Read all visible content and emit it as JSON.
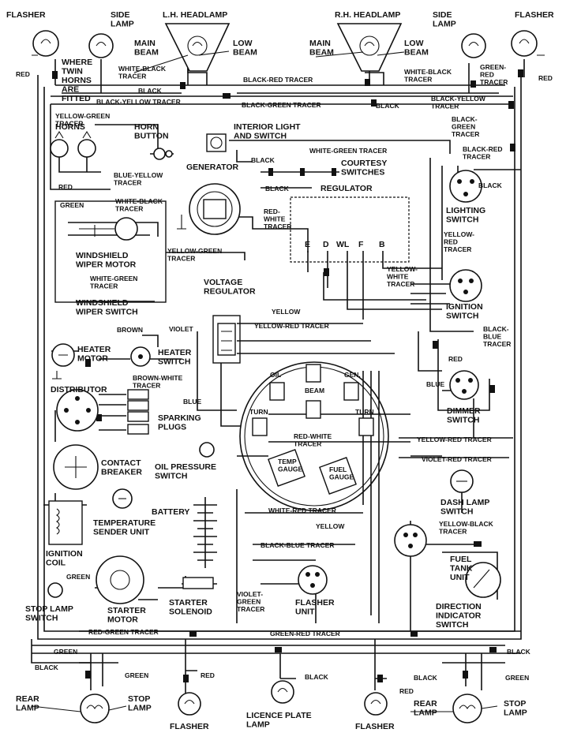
{
  "components": {
    "flasher_top_left": "FLASHER",
    "side_lamp_left": "SIDE\nLAMP",
    "lh_headlamp": "L.H. HEADLAMP",
    "rh_headlamp": "R.H. HEADLAMP",
    "side_lamp_right": "SIDE\nLAMP",
    "flasher_top_right": "FLASHER",
    "main_beam_left": "MAIN\nBEAM",
    "low_beam_left": "LOW\nBEAM",
    "main_beam_right": "MAIN\nBEAM",
    "low_beam_right": "LOW\nBEAM",
    "twin_horns_note": "WHERE\nTWIN\nHORNS\nARE\nFITTED",
    "horns": "HORNS",
    "horn_button": "HORN\nBUTTON",
    "interior_light": "INTERIOR LIGHT\nAND SWITCH",
    "courtesy_switches": "COURTESY\nSWITCHES",
    "generator": "GENERATOR",
    "regulator": "REGULATOR",
    "lighting_switch": "LIGHTING\nSWITCH",
    "windshield_wiper_motor": "WINDSHIELD\nWIPER MOTOR",
    "windshield_wiper_switch": "WINDSHIELD\nWIPER SWITCH",
    "voltage_regulator": "VOLTAGE\nREGULATOR",
    "ignition_switch": "IGNITION\nSWITCH",
    "heater_motor": "HEATER\nMOTOR",
    "heater_switch": "HEATER\nSWITCH",
    "distributor": "DISTRIBUTOR",
    "sparking_plugs": "SPARKING\nPLUGS",
    "contact_breaker": "CONTACT\nBREAKER",
    "oil_pressure_switch": "OIL PRESSURE\nSWITCH",
    "dimmer_switch": "DIMMER\nSWITCH",
    "battery": "BATTERY",
    "temperature_sender": "TEMPERATURE\nSENDER UNIT",
    "dash_lamp_switch": "DASH LAMP\nSWITCH",
    "ignition_coil": "IGNITION\nCOIL",
    "starter_motor": "STARTER\nMOTOR",
    "starter_solenoid": "STARTER\nSOLENOID",
    "flasher_unit": "FLASHER\nUNIT",
    "direction_indicator_switch": "DIRECTION\nINDICATOR\nSWITCH",
    "fuel_tank_unit": "FUEL\nTANK\nUNIT",
    "stop_lamp_switch": "STOP LAMP\nSWITCH",
    "rear_lamp_left": "REAR\nLAMP",
    "stop_lamp_left": "STOP\nLAMP",
    "flasher_bottom_left": "FLASHER",
    "licence_plate_lamp": "LICENCE PLATE\nLAMP",
    "flasher_bottom_right": "FLASHER",
    "rear_lamp_right": "REAR\nLAMP",
    "stop_lamp_right": "STOP\nLAMP"
  },
  "gauges": {
    "oil": "OIL",
    "beam": "BEAM",
    "gen": "GEN.",
    "turn_left": "TURN",
    "turn_right": "TURN",
    "temp_gauge": "TEMP\nGAUGE",
    "fuel_gauge": "FUEL\nGAUGE"
  },
  "regulator_terminals": [
    "E",
    "D",
    "WL",
    "F",
    "B"
  ],
  "wire_labels": {
    "red_tl": "RED",
    "red_tr": "RED",
    "white_black_tracer_l": "WHITE-BLACK\nTRACER",
    "black_l": "BLACK",
    "black_red_tracer": "BLACK-RED TRACER",
    "white_black_tracer_r": "WHITE-BLACK\nTRACER",
    "green_red_tracer_top": "GREEN-\nRED\nTRACER",
    "black_yellow_tracer_l": "BLACK-YELLOW TRACER",
    "black_green_tracer": "BLACK-GREEN TRACER",
    "black_r": "BLACK",
    "black_yellow_tracer_r": "BLACK-YELLOW\nTRACER",
    "yellow_green_tracer": "YELLOW-GREEN\nTRACER",
    "black_green_tracer_r": "BLACK-\nGREEN\nTRACER",
    "black_red_tracer_r": "BLACK-RED\nTRACER",
    "white_green_tracer": "WHITE-GREEN TRACER",
    "black_courtesy_1": "BLACK",
    "black_courtesy_2": "BLACK",
    "blue_yellow_tracer": "BLUE-YELLOW\nTRACER",
    "red_horn": "RED",
    "black_lighting": "BLACK",
    "green_wiper": "GREEN",
    "white_black_tracer_wiper": "WHITE-BLACK\nTRACER",
    "red_white_tracer": "RED-\nWHITE\nTRACER",
    "yellow_red_tracer_lighting": "YELLOW-\nRED\nTRACER",
    "yellow_green_tracer_wiper": "YELLOW-GREEN\nTRACER",
    "white_green_tracer_wiper": "WHITE-GREEN\nTRACER",
    "yellow_white_tracer": "YELLOW-\nWHITE\nTRACER",
    "yellow": "YELLOW",
    "violet": "VIOLET",
    "yellow_red_tracer_mid": "YELLOW-RED TRACER",
    "black_blue_tracer_r": "BLACK-\nBLUE\nTRACER",
    "brown": "BROWN",
    "red_dimmer": "RED",
    "brown_white_tracer": "BROWN-WHITE\nTRACER",
    "blue_mid": "BLUE",
    "blue_dimmer": "BLUE",
    "red_white_tracer_gauge": "RED-WHITE\nTRACER",
    "yellow_red_tracer_r": "YELLOW-RED TRACER",
    "violet_red_tracer": "VIOLET-RED TRACER",
    "white_red_tracer": "WHITE-RED TRACER",
    "yellow_flasher": "YELLOW",
    "yellow_black_tracer": "YELLOW-BLACK\nTRACER",
    "black_blue_tracer": "BLACK-BLUE TRACER",
    "green_stop": "GREEN",
    "violet_green_tracer": "VIOLET-\nGREEN\nTRACER",
    "red_green_tracer": "RED-GREEN TRACER",
    "green_red_tracer_bottom": "GREEN-RED TRACER",
    "green_bl": "GREEN",
    "black_br": "BLACK",
    "black_rear_l": "BLACK",
    "green_rear_l": "GREEN",
    "red_flasher_l": "RED",
    "black_licence": "BLACK",
    "black_rear_r": "BLACK",
    "red_flasher_r": "RED",
    "green_rear_r": "GREEN"
  }
}
